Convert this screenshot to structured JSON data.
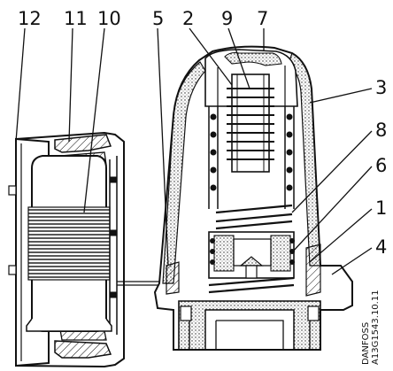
{
  "callouts": [
    {
      "id": "c12",
      "label": "12"
    },
    {
      "id": "c11",
      "label": "11"
    },
    {
      "id": "c10",
      "label": "10"
    },
    {
      "id": "c5",
      "label": "5"
    },
    {
      "id": "c2",
      "label": "2"
    },
    {
      "id": "c9",
      "label": "9"
    },
    {
      "id": "c7",
      "label": "7"
    },
    {
      "id": "c3",
      "label": "3"
    },
    {
      "id": "c8",
      "label": "8"
    },
    {
      "id": "c6",
      "label": "6"
    },
    {
      "id": "c1",
      "label": "1"
    },
    {
      "id": "c4",
      "label": "4"
    }
  ],
  "credit": {
    "line1": "DANFOSS",
    "line2": "A13G1543.10.11"
  },
  "colors": {
    "ink": "#111111",
    "paper": "#ffffff",
    "hatch": "#555555"
  }
}
